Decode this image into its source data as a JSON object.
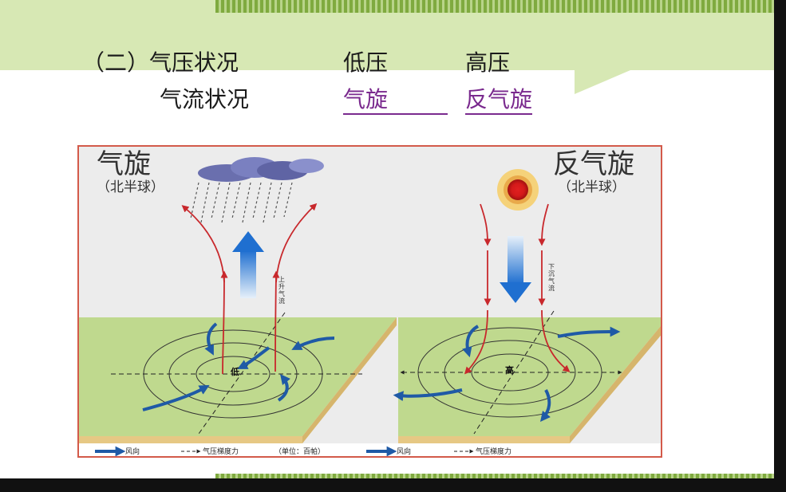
{
  "header": {
    "section_label": "（二）气压状况",
    "pressure_low": "低压",
    "pressure_high": "高压",
    "flow_label": "气流状况",
    "flow_low": "气旋",
    "flow_high": "反气旋"
  },
  "diagram": {
    "left": {
      "title": "气旋",
      "subtitle": "（北半球）",
      "vertical_label": "上升气流",
      "center_label": "低",
      "weather_icon": "rain-cloud-icon"
    },
    "right": {
      "title": "反气旋",
      "subtitle": "（北半球）",
      "vertical_label": "下沉气流",
      "center_label": "高",
      "weather_icon": "sun-icon"
    },
    "legend": [
      {
        "text": "风向"
      },
      {
        "text": "气压梯度力"
      },
      {
        "text": "（单位：百帕）"
      },
      {
        "text": "风向"
      },
      {
        "text": "气压梯度力"
      }
    ],
    "colors": {
      "wind": "#1f5aa6",
      "airflow": "#c8282c",
      "plate_top": "#bfd98e",
      "plate_side": "#e6c884"
    }
  }
}
